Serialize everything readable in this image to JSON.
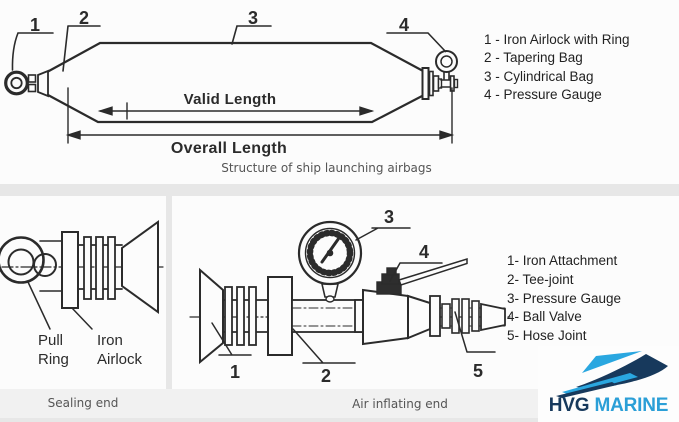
{
  "top": {
    "caption": "Structure of ship launching airbags",
    "callouts": [
      "1",
      "2",
      "3",
      "4"
    ],
    "dims": {
      "valid": "Valid Length",
      "overall": "Overall Length"
    },
    "legend": [
      "1 - Iron Airlock with Ring",
      "2 - Tapering Bag",
      "3 - Cylindrical Bag",
      "4 - Pressure Gauge"
    ]
  },
  "sealing": {
    "caption": "Sealing end",
    "labels": {
      "pull1": "Pull",
      "pull2": "Ring",
      "iron1": "Iron",
      "iron2": "Airlock"
    }
  },
  "air": {
    "caption": "Air inflating end",
    "callouts": [
      "1",
      "2",
      "3",
      "4",
      "5"
    ],
    "legend": [
      "1- Iron Attachment",
      "2- Tee-joint",
      "3- Pressure Gauge",
      "4- Ball Valve",
      "5- Hose Joint"
    ]
  },
  "logo": {
    "hvg": "HVG",
    "marine": "MARINE"
  },
  "colors": {
    "line": "#2b2b2b",
    "caption_gray": "#555555",
    "navy": "#17395c",
    "blue": "#2b9fd7"
  }
}
